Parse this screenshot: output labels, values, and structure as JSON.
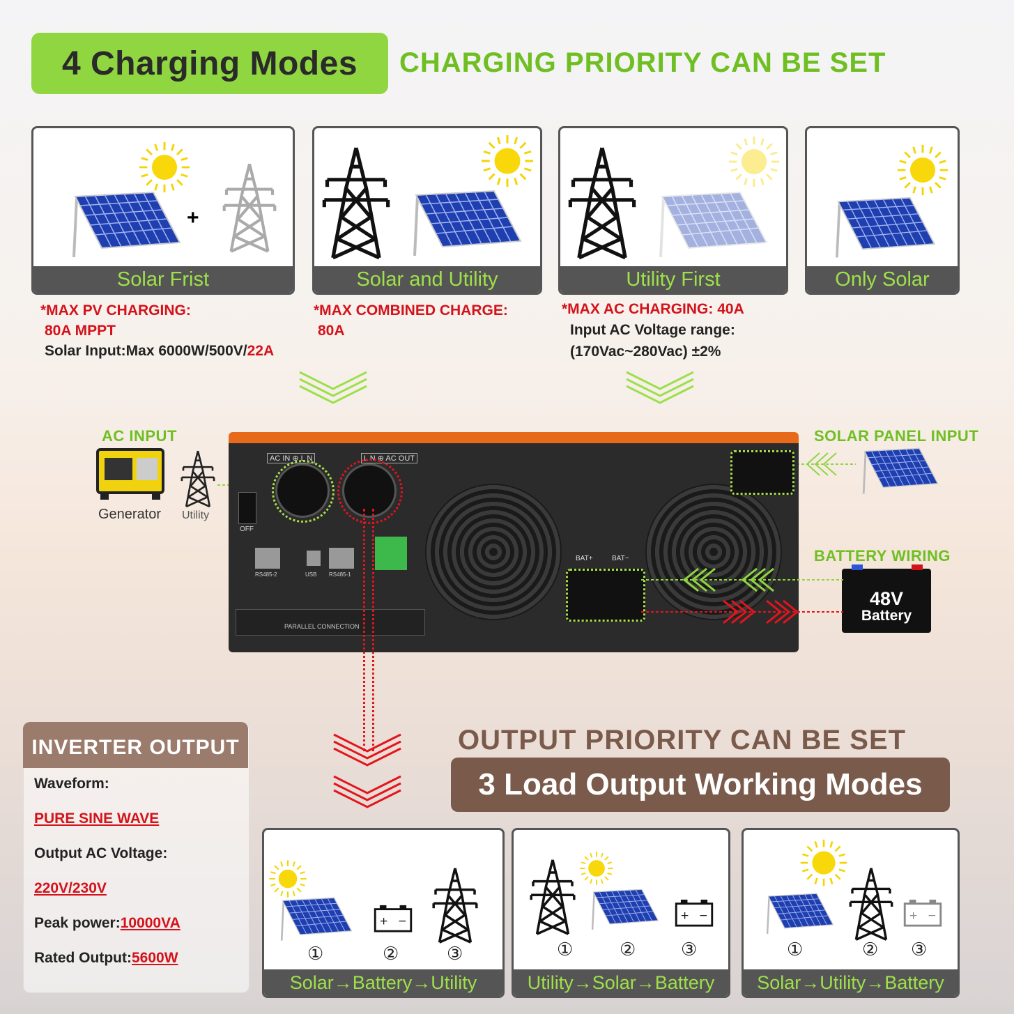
{
  "header": {
    "pill_text": "4 Charging Modes",
    "subtitle": "CHARGING PRIORITY CAN BE SET"
  },
  "charging_modes": [
    {
      "label": "Solar Frist",
      "plus": "+"
    },
    {
      "label": "Solar and Utility"
    },
    {
      "label": "Utility First"
    },
    {
      "label": "Only Solar"
    }
  ],
  "notes": {
    "solar": {
      "line1": "*MAX PV CHARGING:",
      "line2": "80A MPPT",
      "line3_prefix": "Solar Input:Max 6000W/500V/",
      "line3_red": "22A"
    },
    "combined": {
      "line1": "*MAX COMBINED CHARGE:",
      "line2": "80A"
    },
    "ac": {
      "line1": "*MAX AC CHARGING: 40A",
      "line2": "Input AC Voltage range:",
      "line3": "(170Vac~280Vac) ±2%"
    }
  },
  "inputs": {
    "ac_input": "AC INPUT",
    "generator": "Generator",
    "utility": "Utility",
    "solar_panel_input": "SOLAR PANEL INPUT",
    "battery_wiring": "BATTERY WIRING",
    "battery_voltage": "48V",
    "battery_label": "Battery"
  },
  "inverter_labels": {
    "ac_in": "AC IN ⊕ L N",
    "ac_out": "L N ⊕ AC OUT",
    "off": "OFF",
    "rs485_2": "RS485-2",
    "usb": "USB",
    "rs485_1": "RS485-1",
    "bat_pos": "BAT+",
    "bat_neg": "BAT−",
    "parallel": "PARALLEL CONNECTION"
  },
  "inverter_output": {
    "heading": "INVERTER  OUTPUT",
    "waveform_label": "Waveform:",
    "waveform_value": "PURE SINE WAVE",
    "voltage_label": "Output AC Voltage:",
    "voltage_value": "220V/230V",
    "peak_label": "Peak power:",
    "peak_value": "10000VA",
    "rated_label": "Rated Output:",
    "rated_value": "5600W"
  },
  "output": {
    "title": "OUTPUT PRIORITY CAN BE SET",
    "pill_text": "3 Load Output Working Modes",
    "modes": [
      {
        "label": "Solar→Battery→Utility",
        "n1": "①",
        "n2": "②",
        "n3": "③"
      },
      {
        "label": "Utility→Solar→Battery",
        "n1": "①",
        "n2": "②",
        "n3": "③"
      },
      {
        "label": "Solar→Utility→Battery",
        "n1": "①",
        "n2": "②",
        "n3": "③"
      }
    ]
  },
  "colors": {
    "accent_green": "#8fd641",
    "brown": "#7a5a4a",
    "red": "#d4121a",
    "orange": "#e66a1a"
  },
  "icons": [
    "sun-icon",
    "solar-panel-icon",
    "power-tower-icon",
    "battery-icon",
    "generator-icon",
    "chevron-down-icon"
  ]
}
